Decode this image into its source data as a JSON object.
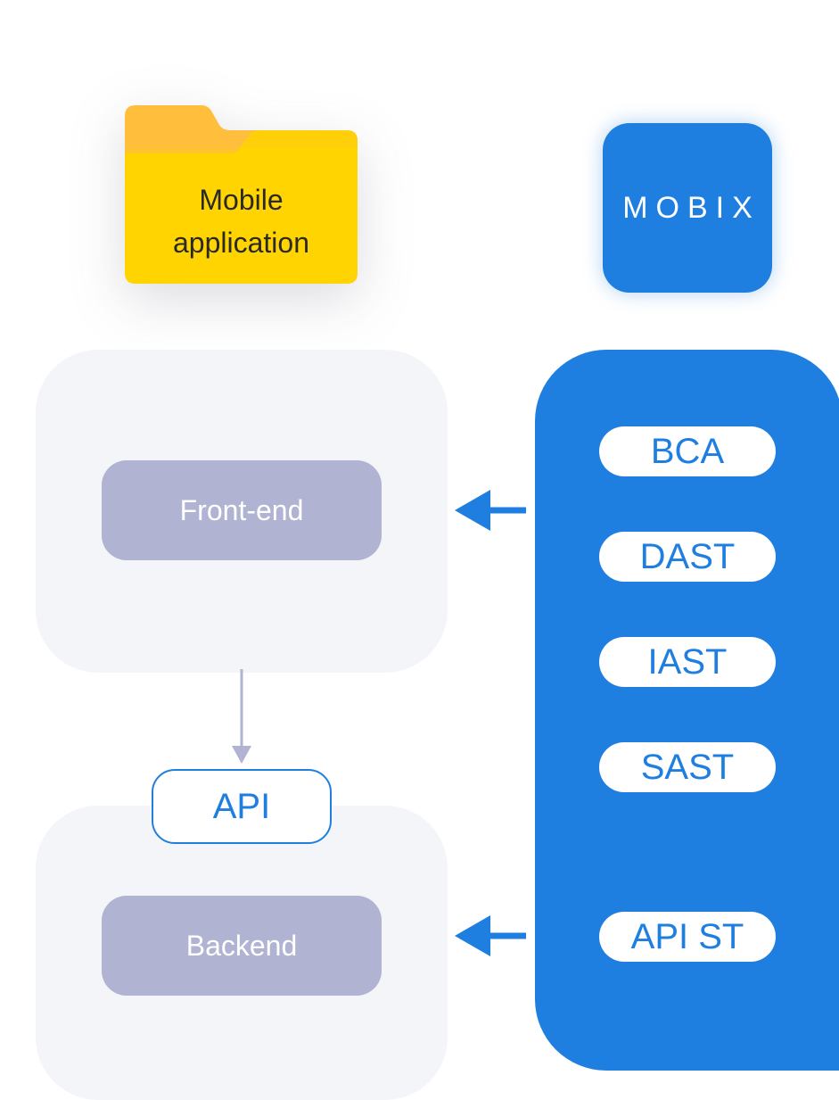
{
  "mobile_app": {
    "label_line1": "Mobile",
    "label_line2": "application"
  },
  "logo": {
    "text": "MOBIX"
  },
  "frontend": {
    "label": "Front-end"
  },
  "api": {
    "label": "API"
  },
  "backend": {
    "label": "Backend"
  },
  "tools": {
    "items": [
      {
        "label": "BCA"
      },
      {
        "label": "DAST"
      },
      {
        "label": "IAST"
      },
      {
        "label": "SAST"
      },
      {
        "label": "API ST"
      }
    ]
  },
  "colors": {
    "brand_blue": "#1f7fe0",
    "folder_yellow": "#ffd400",
    "folder_orange": "#ffbf3c",
    "component_grey": "#b0b3d1",
    "panel_grey": "#f4f5f9",
    "connector_grey": "#b0b3d1"
  }
}
